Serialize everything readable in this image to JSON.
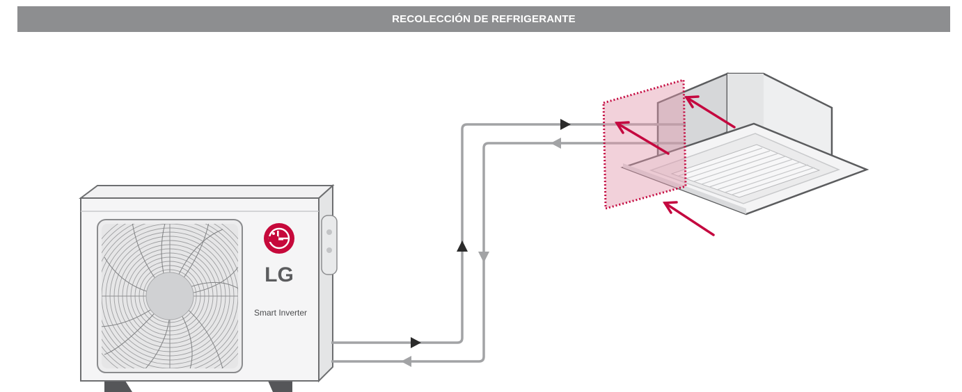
{
  "header": {
    "title": "RECOLECCIÓN DE REFRIGERANTE"
  },
  "outdoor_unit": {
    "brand_logo_text": "LG",
    "model_label": "Smart Inverter",
    "logo_color": "#c6093b"
  },
  "colors": {
    "header_bg": "#8d8e90",
    "pipe": "#a2a3a5",
    "flow_arrow": "#2b2b2b",
    "airflow_arrow": "#c4083f",
    "leak_zone": "#f2c6d0"
  },
  "flow_legend": {
    "supply_direction": "outdoor-to-indoor",
    "return_direction": "indoor-to-outdoor"
  }
}
